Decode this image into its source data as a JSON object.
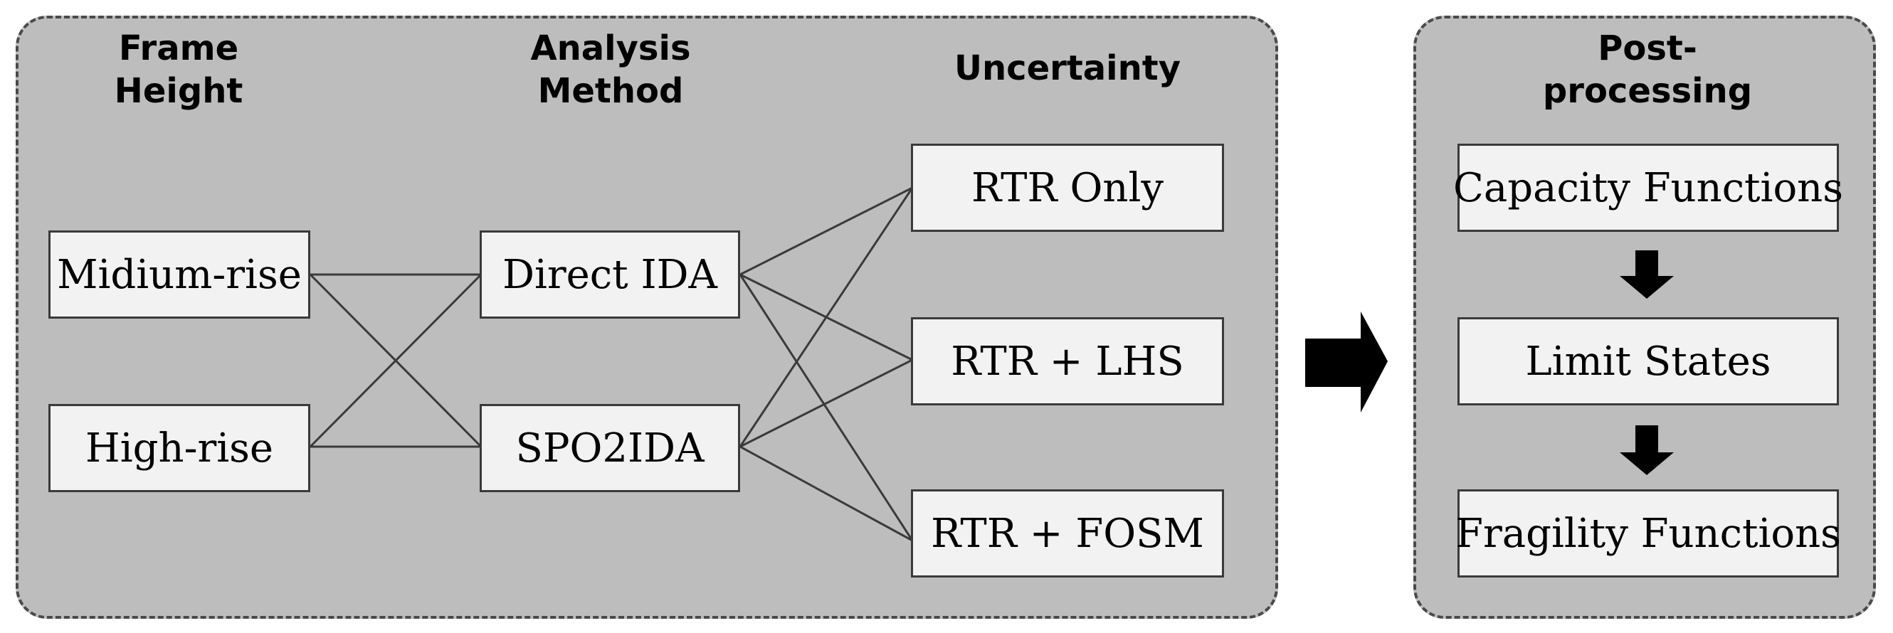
{
  "headings": {
    "frame_height": "Frame\nHeight",
    "analysis_method": "Analysis\nMethod",
    "uncertainty": "Uncertainty",
    "post_processing": "Post-\nprocessing"
  },
  "frame_height": [
    "Midium-rise",
    "High-rise"
  ],
  "analysis_method": [
    "Direct IDA",
    "SPO2IDA"
  ],
  "uncertainty": [
    "RTR Only",
    "RTR + LHS",
    "RTR + FOSM"
  ],
  "post_processing": [
    "Capacity Functions",
    "Limit States",
    "Fragility Functions"
  ],
  "colors": {
    "panel": "#bdbdbd",
    "box": "#f2f2f2",
    "line": "#3a3a3a",
    "arrow": "#000000"
  }
}
